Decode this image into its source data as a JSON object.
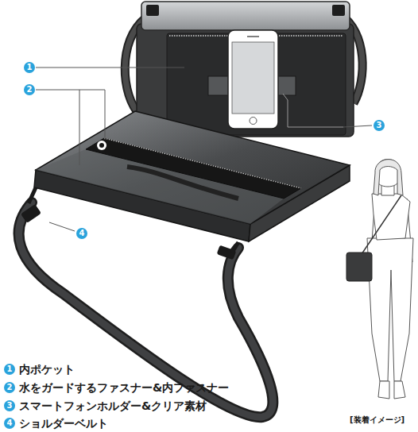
{
  "diagram": {
    "labels": [
      "1",
      "2",
      "3",
      "4",
      "1",
      "内ポケット",
      "2",
      "水をガードするファスナー&内ファスナー",
      "3",
      "スマートフォンホルダー&クリア素材",
      "4",
      "ショルダーベルト",
      "[装着イメージ]"
    ]
  }
}
